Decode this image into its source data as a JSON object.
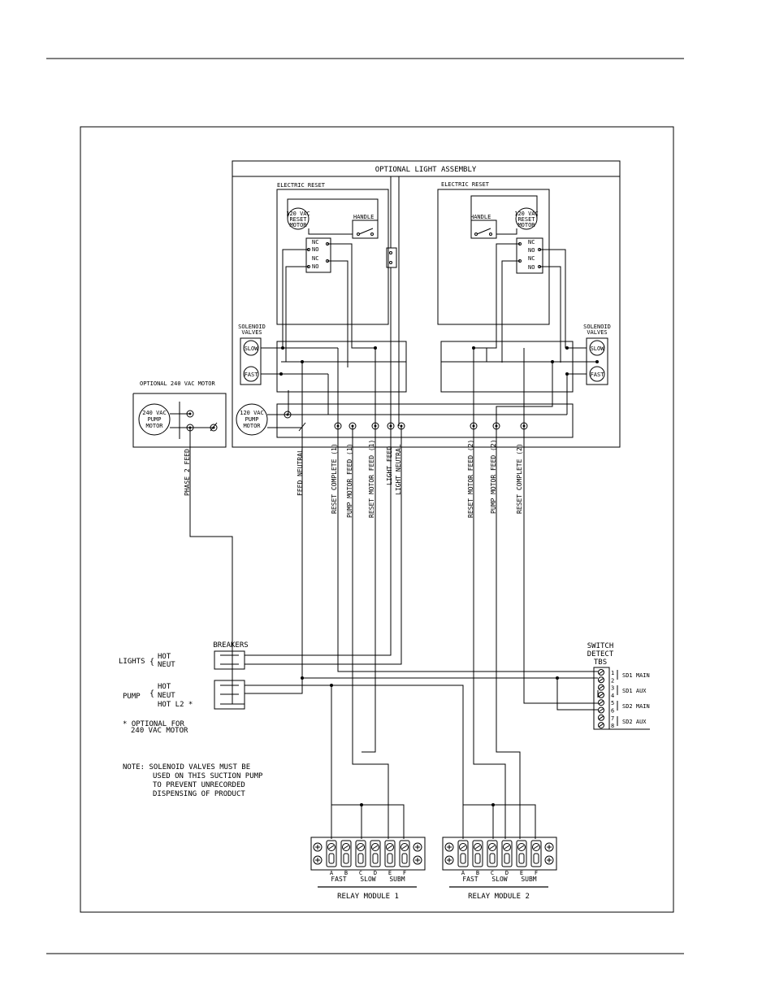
{
  "assembly": {
    "title": "OPTIONAL LIGHT ASSEMBLY",
    "electric_reset_left": "ELECTRIC RESET",
    "electric_reset_right": "ELECTRIC RESET",
    "reset_motor": [
      "120 VAC",
      "RESET",
      "MOTOR"
    ],
    "handle": "HANDLE",
    "contacts": {
      "nc": "NC",
      "no": "NO"
    },
    "solenoid_valves": [
      "SOLENOID",
      "VALVES"
    ],
    "slow": "SLOW",
    "fast": "FAST",
    "pump_motor_120": [
      "120 VAC",
      "PUMP",
      "MOTOR"
    ]
  },
  "optional_motor": {
    "title": "OPTIONAL 240 VAC MOTOR",
    "label": [
      "240 VAC",
      "PUMP",
      "MOTOR"
    ]
  },
  "wire_labels": [
    "PHASE 2 FEED",
    "FEED NEUTRAL",
    "RESET COMPLETE (1)",
    "PUMP MOTOR FEED (1)",
    "RESET MOTOR FEED (1)",
    "LIGHT FEED",
    "LIGHT NEUTRAL",
    "RESET MOTOR FEED (2)",
    "PUMP MOTOR FEED (2)",
    "RESET COMPLETE (2)"
  ],
  "breakers": {
    "title": "BREAKERS",
    "lights_label": "LIGHTS",
    "pump_label": "PUMP",
    "hot": "HOT",
    "neut": "NEUT",
    "hot_l2": "HOT L2 *",
    "optional_note": [
      "* OPTIONAL FOR",
      "240 VAC MOTOR"
    ]
  },
  "note": [
    "NOTE: SOLENOID VALVES MUST BE",
    "USED ON THIS SUCTION PUMP",
    "TO PREVENT UNRECORDED",
    "DISPENSING OF PRODUCT"
  ],
  "switch_detect": {
    "title": [
      "SWITCH",
      "DETECT",
      "TBS"
    ],
    "terminals": [
      "1",
      "2",
      "3",
      "4",
      "5",
      "6",
      "7",
      "8"
    ],
    "groups": [
      "SD1 MAIN",
      "SD1 AUX",
      "SD2 MAIN",
      "SD2 AUX"
    ]
  },
  "relay_modules": {
    "letters": [
      "A",
      "B",
      "C",
      "D",
      "E",
      "F"
    ],
    "groups": [
      "FAST",
      "SLOW",
      "SUBM"
    ],
    "module1": "RELAY MODULE 1",
    "module2": "RELAY MODULE 2"
  }
}
